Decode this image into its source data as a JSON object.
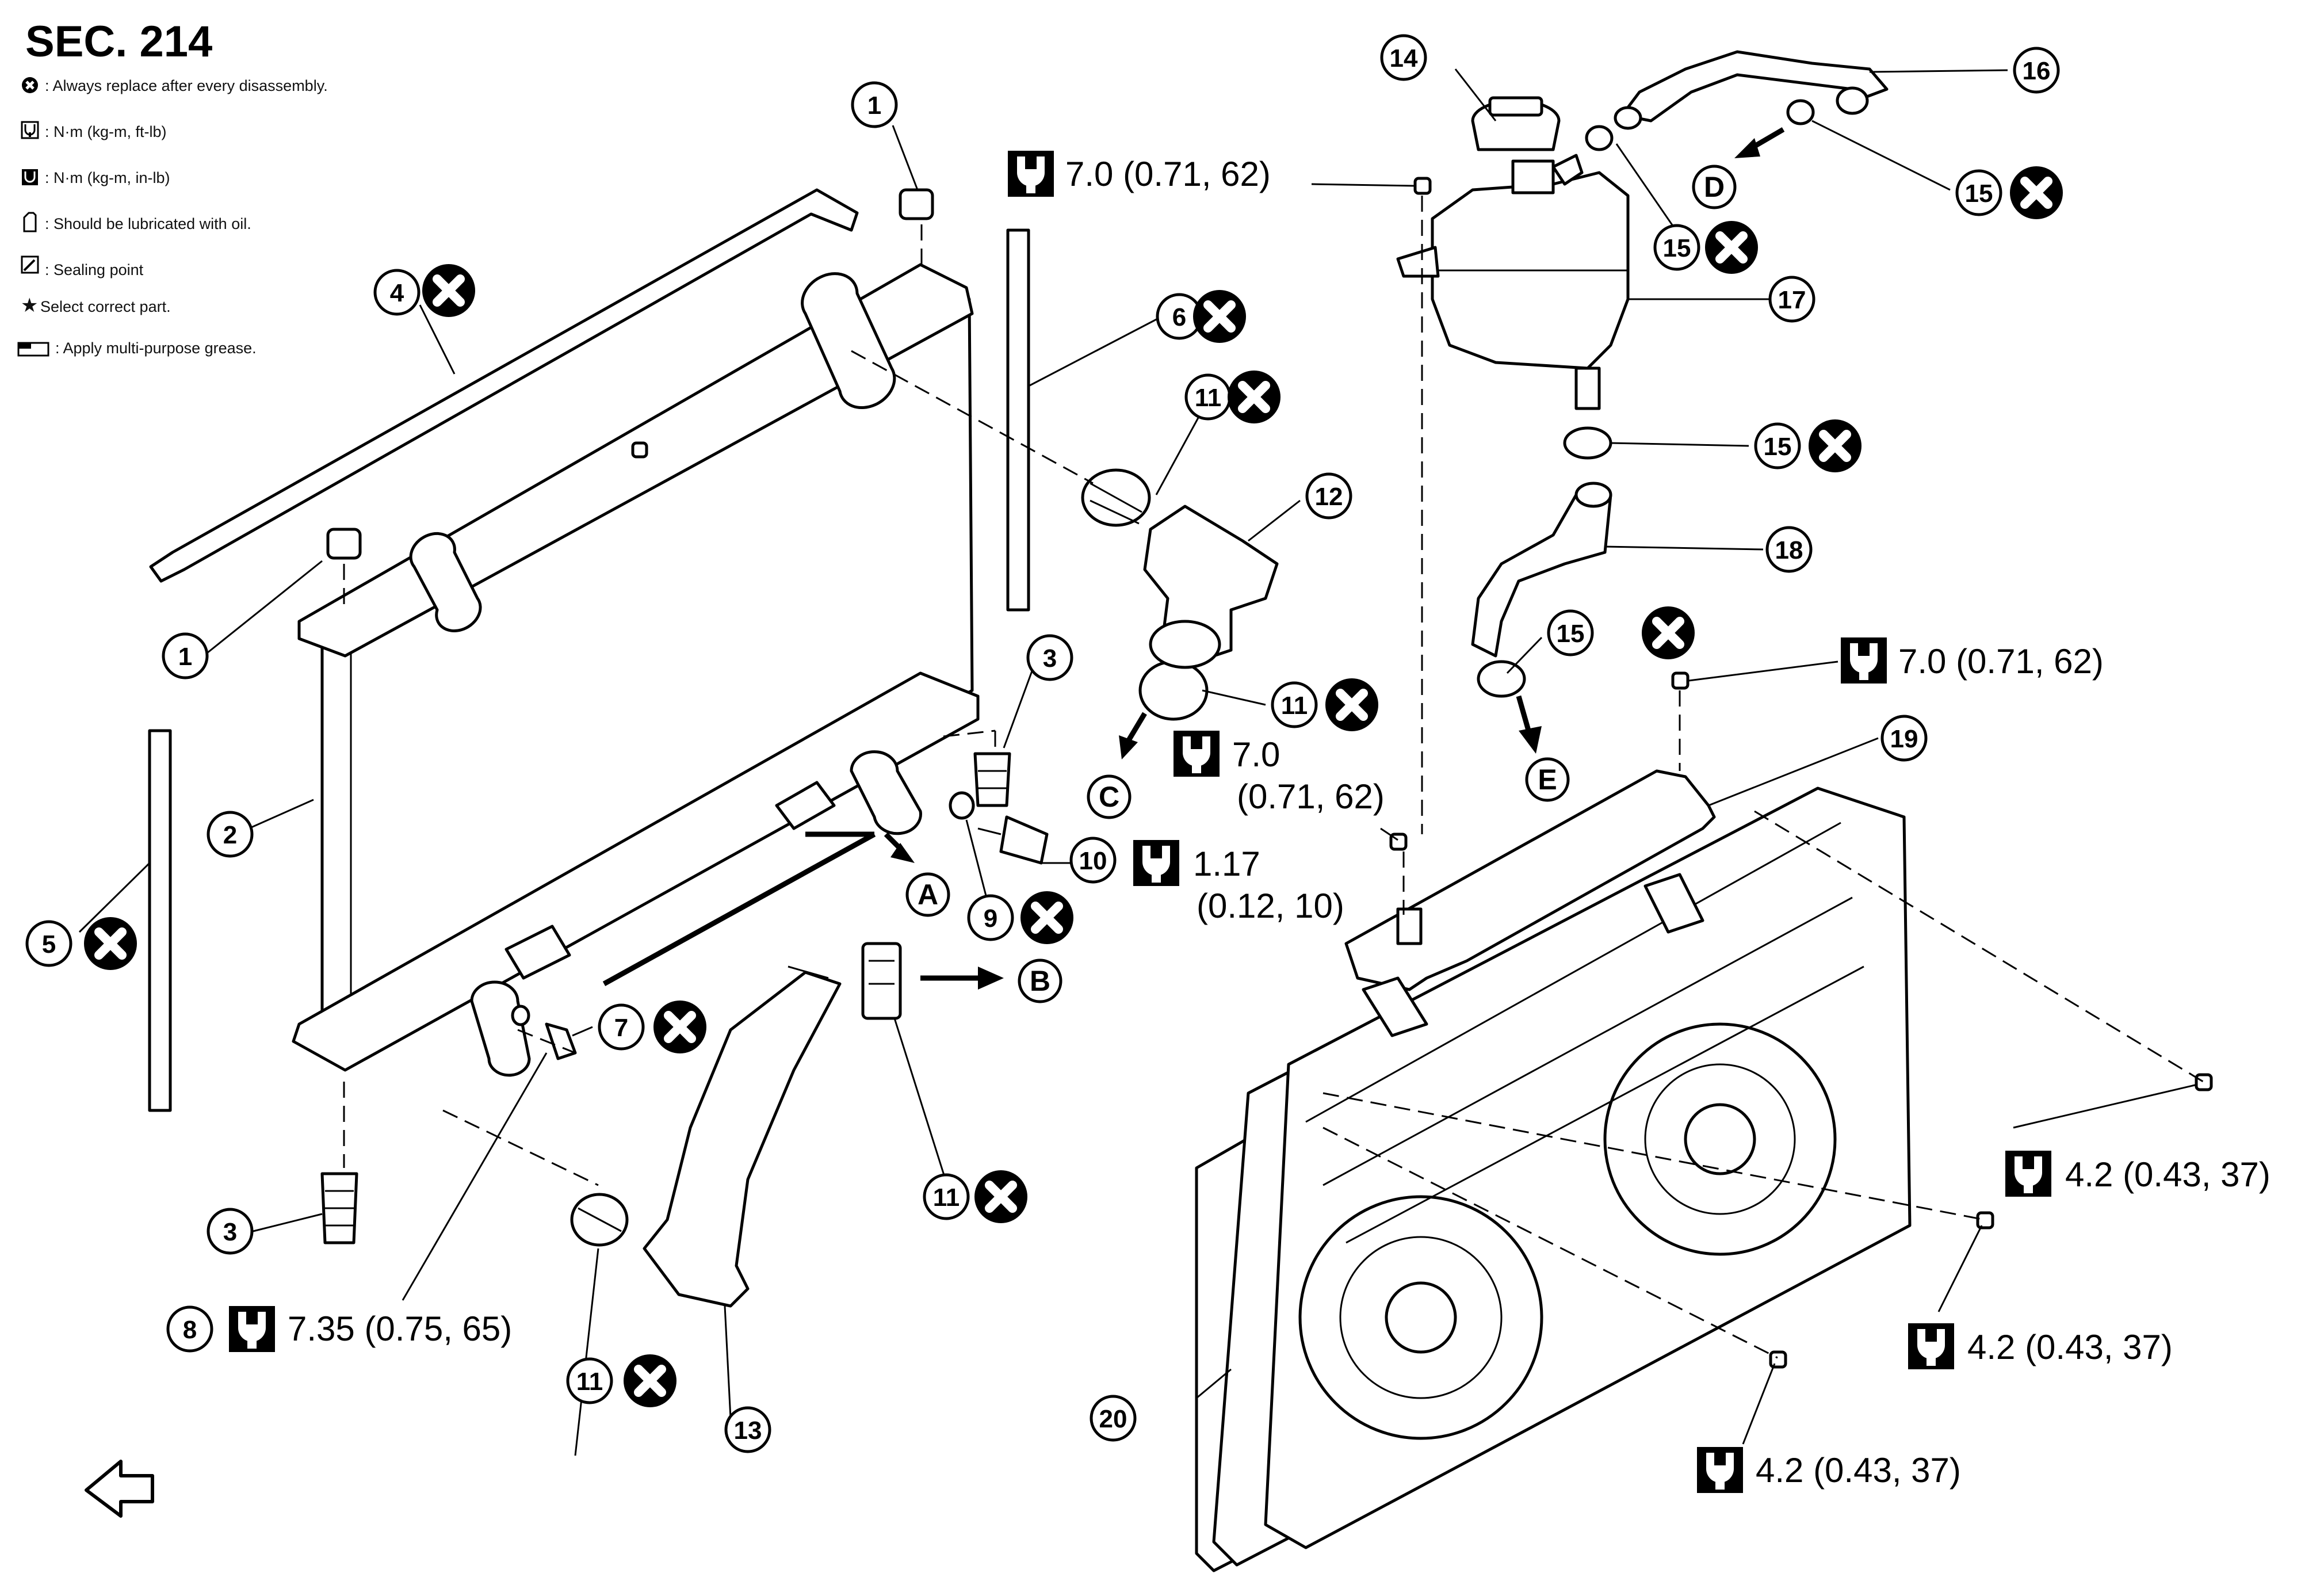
{
  "section": "SEC. 214",
  "legend": [
    {
      "icon": "x-circle-icon",
      "text": ": Always replace after every disassembly."
    },
    {
      "icon": "torque-wrench-icon",
      "text": ": N·m (kg-m, ft-lb)"
    },
    {
      "icon": "torque-wrench-icon",
      "text": ": N·m (kg-m, in-lb)"
    },
    {
      "icon": "oil-can-icon",
      "text": ": Should be lubricated with oil."
    },
    {
      "icon": "sealing-point-icon",
      "text": ": Sealing point"
    },
    {
      "icon": "star-icon",
      "text": "Select correct part."
    },
    {
      "icon": "grease-gun-icon",
      "text": ": Apply multi-purpose grease."
    }
  ],
  "callouts": {
    "n1": "1",
    "n2": "2",
    "n3": "3",
    "n4": "4",
    "n5": "5",
    "n6": "6",
    "n7": "7",
    "n8": "8",
    "n9": "9",
    "n10": "10",
    "n11": "11",
    "n12": "12",
    "n13": "13",
    "n14": "14",
    "n15": "15",
    "n16": "16",
    "n17": "17",
    "n18": "18",
    "n19": "19",
    "n20": "20"
  },
  "letters": {
    "A": "A",
    "B": "B",
    "C": "C",
    "D": "D",
    "E": "E"
  },
  "torques": {
    "t_top_left": "7.0 (0.71, 62)",
    "t_bracket_right": "7.0 (0.71, 62)",
    "t_mid_a": "7.0",
    "t_mid_b": "(0.71, 62)",
    "t_sensor_a": "1.17",
    "t_sensor_b": "(0.12, 10)",
    "t_drain": "7.35 (0.75, 65)",
    "t_fan_1": "4.2 (0.43, 37)",
    "t_fan_2": "4.2 (0.43, 37)",
    "t_fan_3": "4.2 (0.43, 37)"
  },
  "colors": {
    "ink": "#000000",
    "paper": "#ffffff"
  }
}
